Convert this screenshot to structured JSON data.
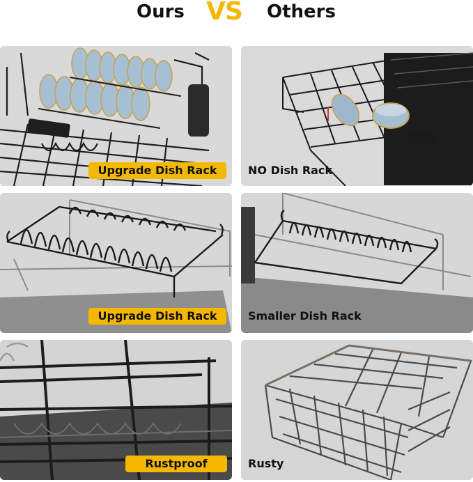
{
  "header": {
    "ours": "Ours",
    "vs": "VS",
    "others": "Others"
  },
  "panels": {
    "ours_1": {
      "label": "Upgrade Dish Rack"
    },
    "others_1": {
      "label": "NO Dish Rack"
    },
    "ours_2": {
      "label": "Upgrade Dish Rack"
    },
    "others_2": {
      "label": "Smaller Dish Rack"
    },
    "ours_3": {
      "label": "Rustproof"
    },
    "others_3": {
      "label": "Rusty"
    }
  },
  "colors": {
    "accent": "#f5b800",
    "panel_bg": "#d6d6d6",
    "rack": "#1e1e1e",
    "bowl": "#9fb7cc"
  }
}
